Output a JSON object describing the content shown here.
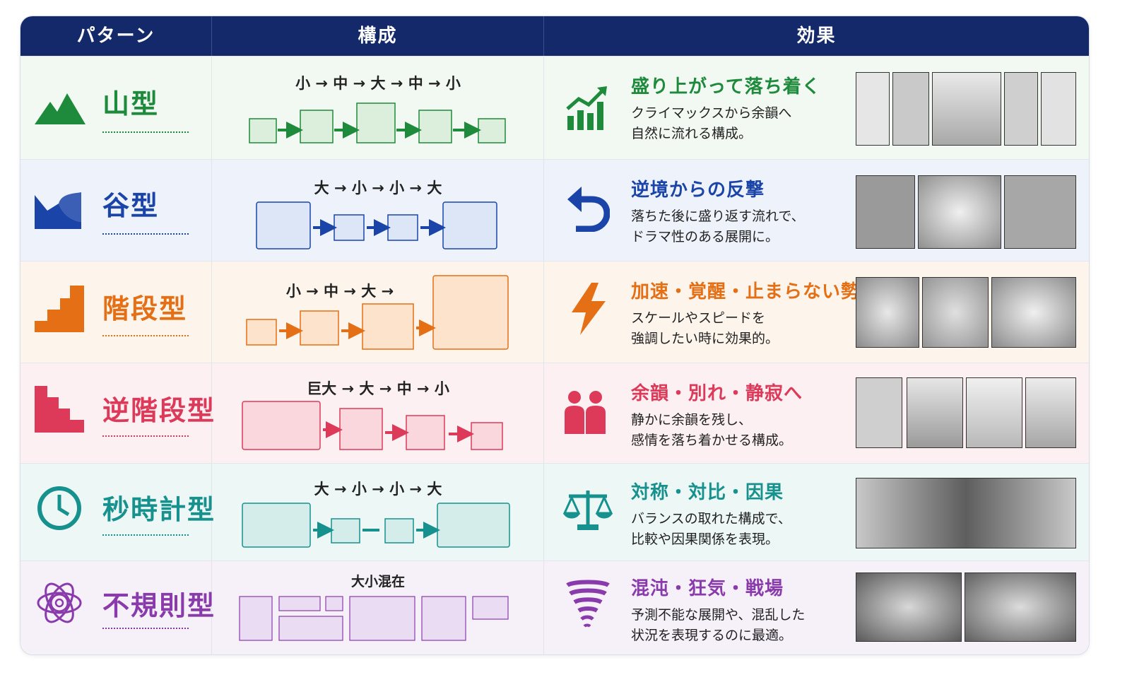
{
  "header": {
    "col1": "パターン",
    "col2": "構成",
    "col3": "効果"
  },
  "rows": [
    {
      "name": "山型",
      "color": "#1e8a3b",
      "seq": "小 → 中 → 大 → 中 → 小",
      "title": "盛り上がって落ち着く",
      "desc1": "クライマックスから余韻へ",
      "desc2": "自然に流れる構成。"
    },
    {
      "name": "谷型",
      "color": "#1a44a8",
      "seq": "大 → 小 → 小 → 大",
      "title": "逆境からの反撃",
      "desc1": "落ちた後に盛り返す流れで、",
      "desc2": "ドラマ性のある展開に。"
    },
    {
      "name": "階段型",
      "color": "#e46f14",
      "seq": "小 → 中 → 大 →",
      "title": "加速・覚醒・止まらない勢い",
      "desc1": "スケールやスピードを",
      "desc2": "強調したい時に効果的。"
    },
    {
      "name": "逆階段型",
      "color": "#dd3a5a",
      "seq": "巨大 → 大 → 中 → 小",
      "title": "余韻・別れ・静寂へ",
      "desc1": "静かに余韻を残し、",
      "desc2": "感情を落ち着かせる構成。"
    },
    {
      "name": "秒時計型",
      "color": "#17918e",
      "seq": "大 → 小 → 小 → 大",
      "title": "対称・対比・因果",
      "desc1": "バランスの取れた構成で、",
      "desc2": "比較や因果関係を表現。"
    },
    {
      "name": "不規則型",
      "color": "#8a3bab",
      "seq": "大小混在",
      "title": "混沌・狂気・戦場",
      "desc1": "予測不能な展開や、混乱した",
      "desc2": "状況を表現するのに最適。"
    }
  ],
  "icons": [
    "mountain-icon",
    "valley-icon",
    "stairs-up-icon",
    "stairs-down-icon",
    "clock-icon",
    "spiral-icon"
  ],
  "effect_icons": [
    "growth-chart-icon",
    "undo-arrow-icon",
    "lightning-icon",
    "two-people-icon",
    "scales-icon",
    "tornado-icon"
  ]
}
